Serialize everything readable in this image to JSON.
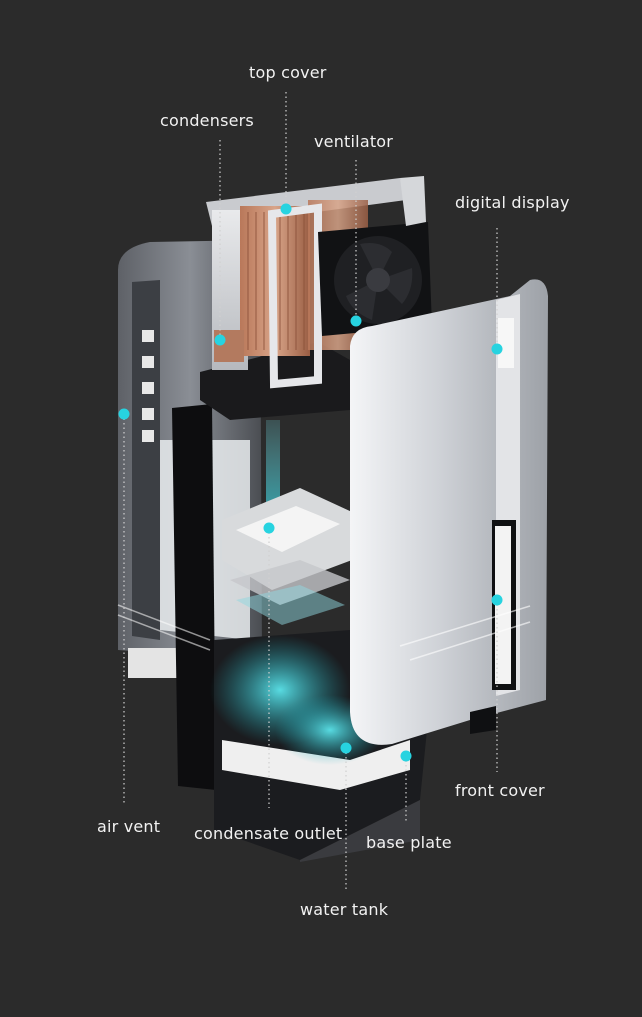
{
  "diagram": {
    "accent_color": "#27d3e0",
    "background_color": "#2b2b2b",
    "labels": {
      "top_cover": "top cover",
      "condensers": "condensers",
      "ventilator": "ventilator",
      "digital_display": "digital display",
      "air_vent": "air vent",
      "condensate_outlet": "condensate outlet",
      "base_plate": "base plate",
      "front_cover": "front cover",
      "water_tank": "water tank"
    }
  }
}
